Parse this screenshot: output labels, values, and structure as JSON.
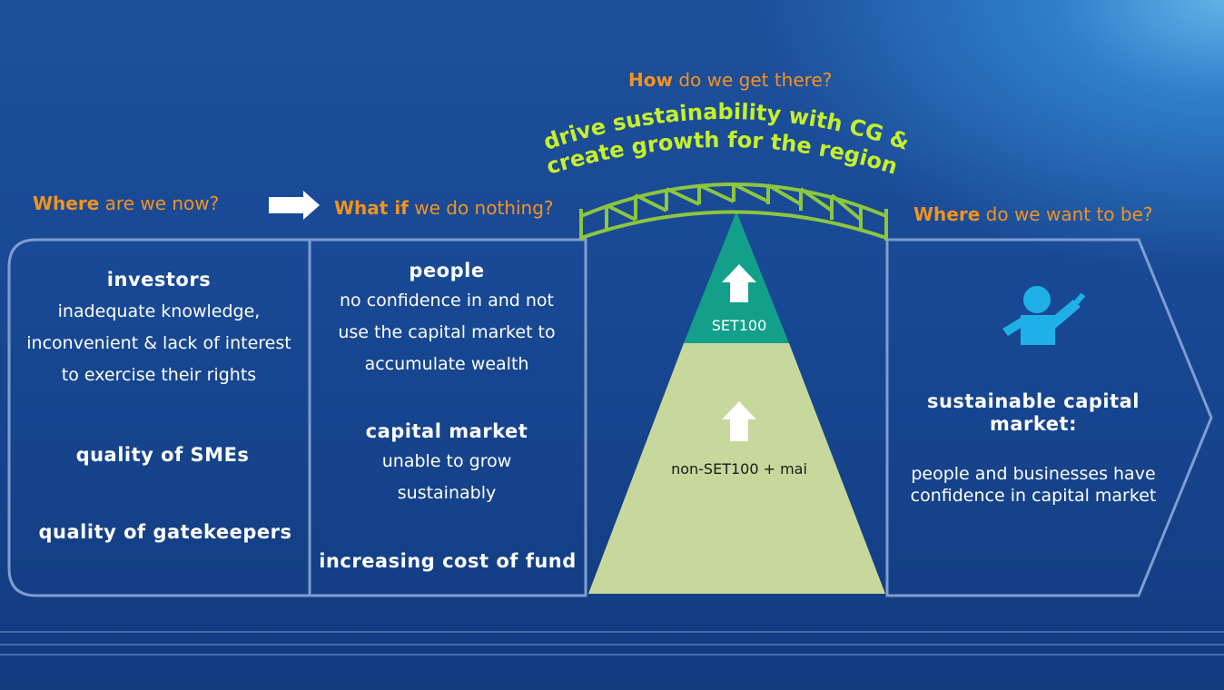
{
  "headers": {
    "now": {
      "bold": "Where",
      "rest": " are we now?"
    },
    "nothing": {
      "bold": "What if",
      "rest": " we do nothing?"
    },
    "how": {
      "bold": "How",
      "rest": " do we get there?"
    },
    "want": {
      "bold": "Where",
      "rest": " do we want to be?"
    }
  },
  "arc": {
    "line1": "drive sustainability with CG &",
    "line2": "create growth for the region"
  },
  "panel_now": {
    "investors_title": "investors",
    "investors_lines": [
      "inadequate knowledge,",
      "inconvenient &  lack of interest",
      "to exercise their rights"
    ],
    "smes": "quality of SMEs",
    "gatekeepers": "quality of gatekeepers"
  },
  "panel_nothing": {
    "people_title": "people",
    "people_lines": [
      "no confidence in and not",
      "use the capital market to",
      "accumulate wealth"
    ],
    "market_title": "capital market",
    "market_lines": [
      "unable to grow",
      "sustainably"
    ],
    "cost": "increasing cost of fund"
  },
  "pyramid": {
    "top_label": "SET100",
    "bottom_label": "non-SET100 + mai"
  },
  "panel_want": {
    "title_line1": "sustainable capital",
    "title_line2": "market:",
    "text_line1": "people and businesses have",
    "text_line2": "confidence in capital market"
  },
  "colors": {
    "header_orange": "#f5921e",
    "arc_text": "#c6f02a",
    "bridge": "#8dc63f",
    "pyramid_top": "#12a08a",
    "pyramid_bottom": "#c6d89c",
    "person": "#1fb0e8"
  }
}
